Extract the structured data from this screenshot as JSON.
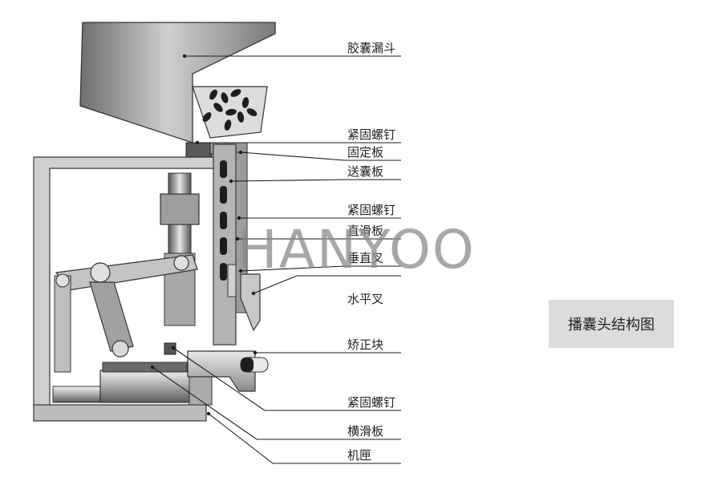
{
  "diagram": {
    "labels": [
      {
        "key": "hopper",
        "text": "胶囊漏斗"
      },
      {
        "key": "screw1",
        "text": "紧固螺钉"
      },
      {
        "key": "fixed_plate",
        "text": "固定板"
      },
      {
        "key": "feed_plate",
        "text": "送囊板"
      },
      {
        "key": "screw2",
        "text": "紧固螺钉"
      },
      {
        "key": "vertical_slide",
        "text": "直滑板"
      },
      {
        "key": "vertical_fork",
        "text": "垂直叉"
      },
      {
        "key": "horizontal_fork",
        "text": "水平叉"
      },
      {
        "key": "correction_block",
        "text": "矫正块"
      },
      {
        "key": "screw3",
        "text": "紧固螺钉"
      },
      {
        "key": "horizontal_slide",
        "text": "横滑板"
      },
      {
        "key": "machine_frame",
        "text": "机匣"
      }
    ],
    "watermark": "HANYOO",
    "caption": "播囊头结构图"
  },
  "colors": {
    "metal_dark": "#555555",
    "metal_mid": "#8c8c8c",
    "metal_light": "#d2d2d2",
    "line": "#1a1a1a",
    "caption_bg": "#dcdcdc"
  }
}
